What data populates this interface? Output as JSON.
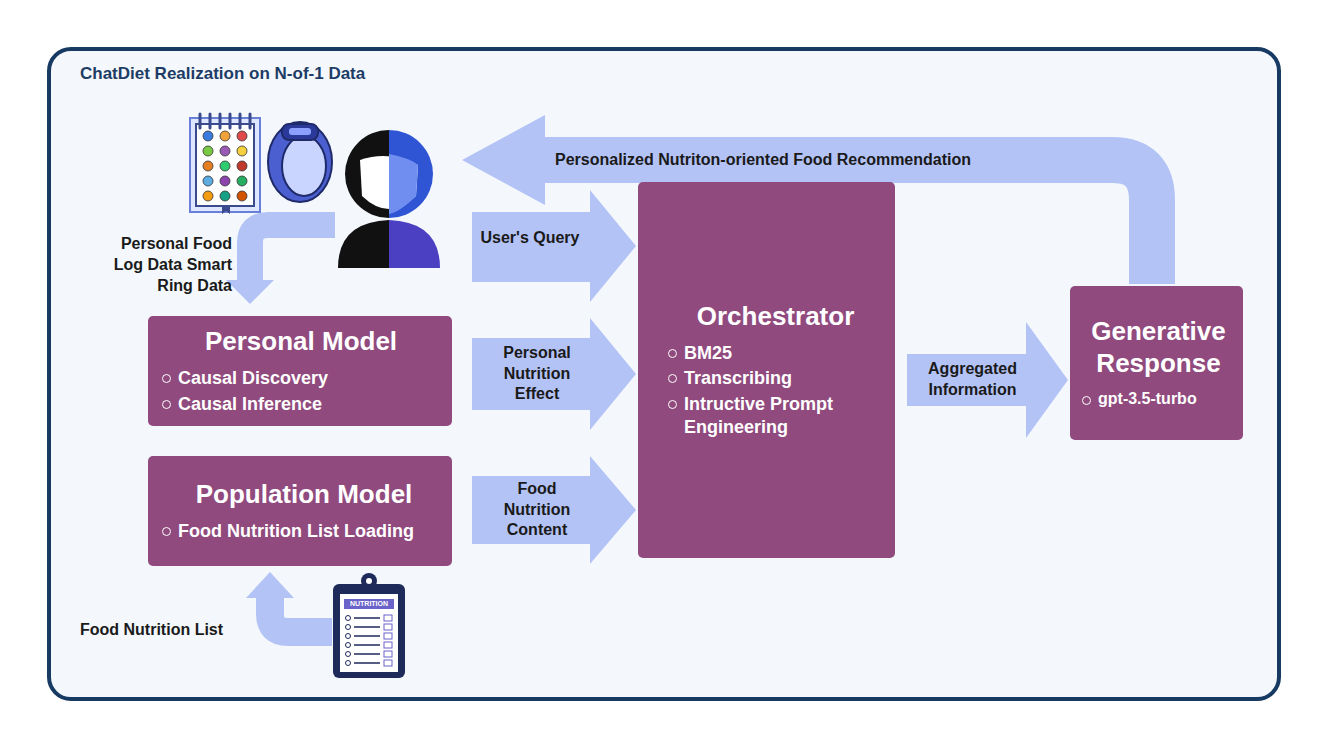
{
  "diagram": {
    "title": "ChatDiet Realization on N-of-1 Data",
    "nodes": [
      {
        "text": [
          "Personal Model",
          "Causal Discovery",
          "Causal Inference"
        ]
      },
      {
        "text": [
          "Population Model",
          "Food Nutrition List Loading"
        ]
      },
      {
        "text": [
          "Orchestrator",
          "BM25",
          "Transcribing",
          "Intructive Prompt Engineering"
        ]
      },
      {
        "text": [
          "Generative Response",
          "gpt-3.5-turbo"
        ]
      }
    ],
    "edges": [
      {
        "from": 0,
        "to": 2,
        "label": "Personal Nutrition Effect",
        "arrow": "to"
      },
      {
        "from": 1,
        "to": 2,
        "label": "Food Nutrition Content",
        "arrow": "to"
      },
      {
        "from": 2,
        "to": 3,
        "label": "Aggregated Information",
        "arrow": "to"
      }
    ],
    "labels": [
      "User's Query",
      "Personalized Nutriton-oriented Food Recommendation",
      "Personal Food Log Data Smart Ring Data",
      "Food Nutrition List",
      "NUTRITION"
    ]
  }
}
